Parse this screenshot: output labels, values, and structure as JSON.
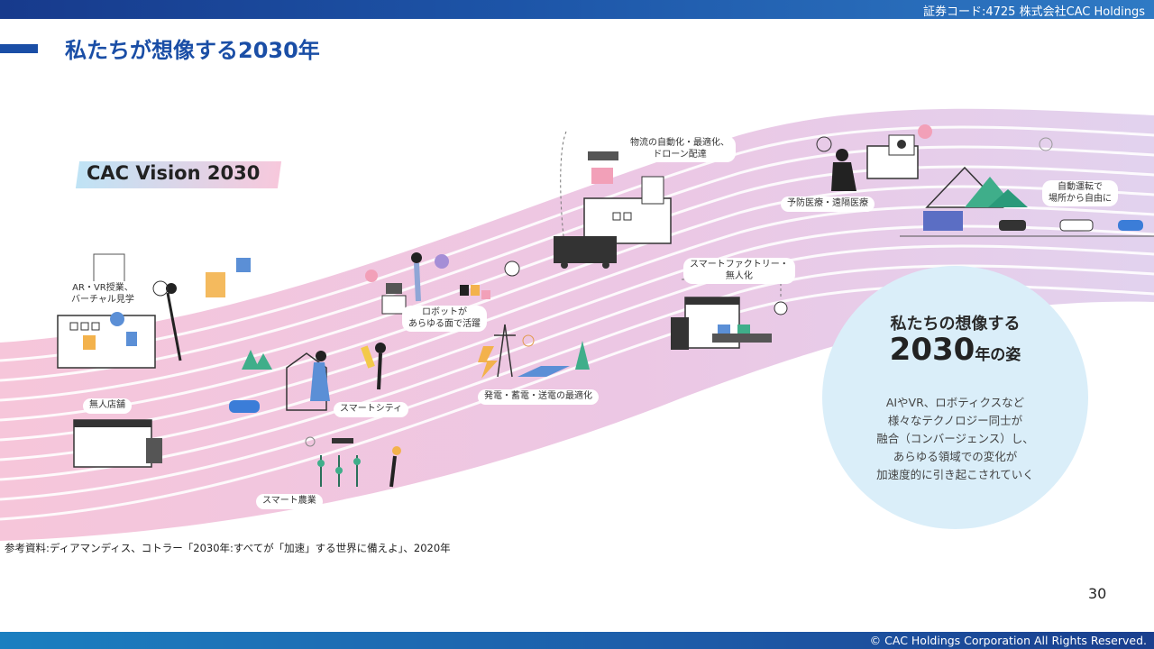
{
  "header": {
    "company_code": "証券コード:4725 株式会社CAC Holdings",
    "title": "私たちが想像する2030年"
  },
  "illustration": {
    "badge": "CAC Vision 2030",
    "labels": {
      "ar_vr": [
        "AR・VR授業、",
        "バーチャル見学"
      ],
      "unmanned_store": "無人店舗",
      "robot": [
        "ロボットが",
        "あらゆる面で活躍"
      ],
      "smart_city": "スマートシティ",
      "smart_agri": "スマート農業",
      "power": "発電・蓄電・送電の最適化",
      "logistics": [
        "物流の自動化・最適化、",
        "ドローン配達"
      ],
      "factory": [
        "スマートファクトリー・",
        "無人化"
      ],
      "medical": "予防医療・遠隔医療",
      "autodrive": [
        "自動運転で",
        "場所から自由に"
      ]
    }
  },
  "vision_circle": {
    "heading": "私たちの想像する",
    "year": "2030",
    "year_suffix": "年の姿",
    "body": [
      "AIやVR、ロボティクスなど",
      "様々なテクノロジー同士が",
      "融合（コンバージェンス）し、",
      "あらゆる領域での変化が",
      "加速度的に引き起こされていく"
    ]
  },
  "source_note": "参考資料:ディアマンディス、コトラー「2030年:すべてが「加速」する世界に備えよ」、2020年",
  "page_number": "30",
  "footer": {
    "copyright": "© CAC Holdings Corporation All Rights Reserved."
  },
  "colors": {
    "brand_blue": "#1a4ea6",
    "band_pink": "#f6c6da",
    "band_lavender": "#e2d2ee",
    "circle_blue": "#daeef9",
    "tree_green": "#3fae8a"
  }
}
